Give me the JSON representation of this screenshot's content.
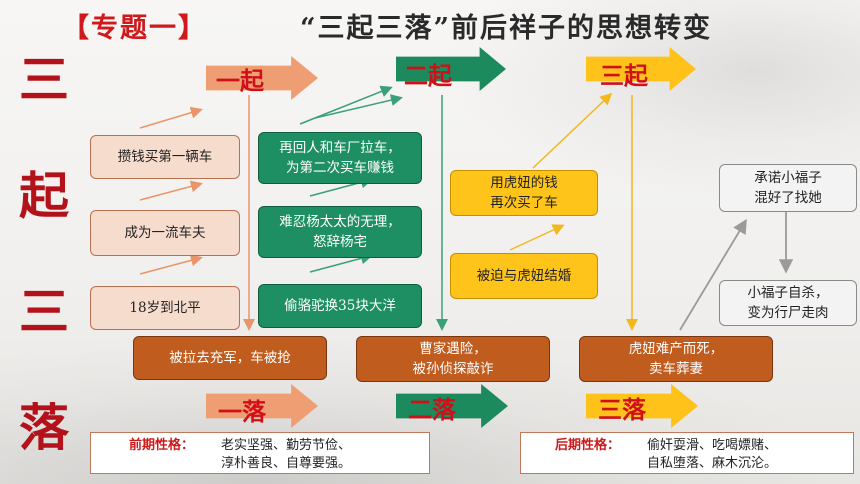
{
  "title": {
    "tag": "【专题一】",
    "main": "“三起三落”前后祥子的思想转变"
  },
  "side_chars": [
    "三",
    "起",
    "三",
    "落"
  ],
  "arrows": {
    "rise": [
      "一起",
      "二起",
      "三起"
    ],
    "fall": [
      "一落",
      "二落",
      "三落"
    ]
  },
  "stage1_boxes": [
    "攒钱买第一辆车",
    "成为一流车夫",
    "18岁到北平"
  ],
  "stage2_boxes": [
    "再回人和车厂拉车，\n为第二次买车赚钱",
    "难忍杨太太的无理，\n怒辞杨宅",
    "偷骆驼换35块大洋"
  ],
  "stage3_boxes": [
    "用虎妞的钱\n再次买了车",
    "被迫与虎妞结婚"
  ],
  "after_boxes": [
    "承诺小福子\n混好了找她",
    "小福子自杀，\n变为行尸走肉"
  ],
  "fall_boxes": [
    "被拉去充军，车被抢",
    "曹家遇险，\n被孙侦探敲诈",
    "虎妞难产而死，\n卖车葬妻"
  ],
  "traits": {
    "early": {
      "label": "前期性格：",
      "line1": "老实坚强、勤劳节俭、",
      "line2": "淳朴善良、自尊要强。"
    },
    "late": {
      "label": "后期性格：",
      "line1": "偷奸耍滑、吃喝嫖赌、",
      "line2": "自私堕落、麻木沉沦。"
    }
  },
  "colors": {
    "title_tag": "#d0191c",
    "side_chars": "#b3121a",
    "arrow_label": "#d01018",
    "pink_box": "#f6dccc",
    "green_box": "#1e8f63",
    "yellow_box": "#ffc41a",
    "brown_box": "#c05c1e",
    "grey_box": "#f3f3f3"
  }
}
